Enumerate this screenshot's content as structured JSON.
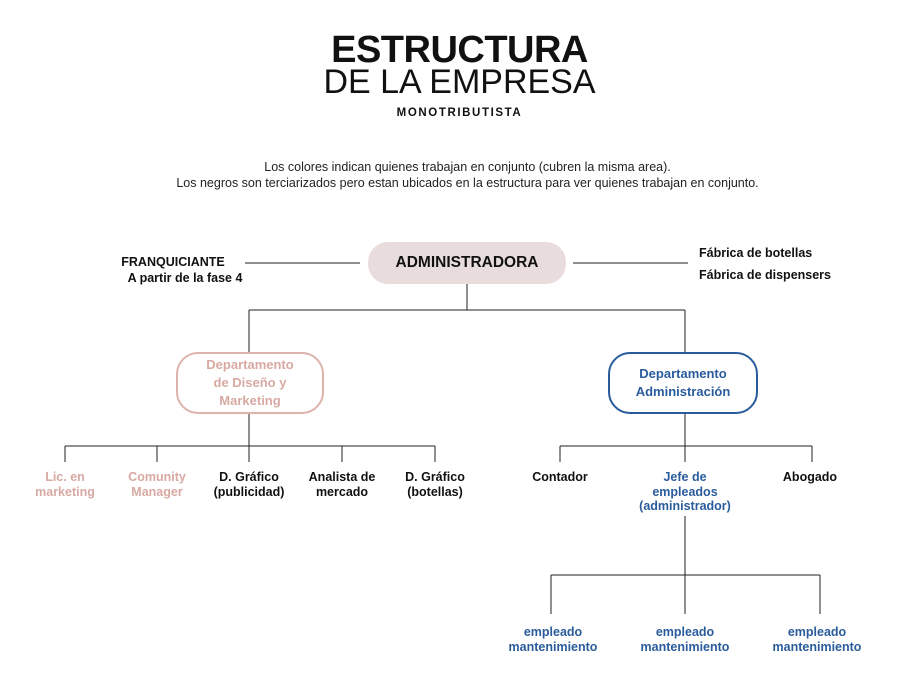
{
  "header": {
    "title_line1": "ESTRUCTURA",
    "title_line2": "DE LA EMPRESA",
    "subtitle": "MONOTRIBUTISTA"
  },
  "note": {
    "line1": "Los colores indican quienes trabajan en conjunto (cubren la misma area).",
    "line2": "Los negros son terciarizados pero estan ubicados en la estructura para ver quienes trabajan en conjunto."
  },
  "colors": {
    "admin_fill": "#e8dddc",
    "design_group": "#d8a9a2",
    "admin_group": "#2a5c9c",
    "outsourced": "#111111",
    "lines": "#222222"
  },
  "org": {
    "root": "ADMINISTRADORA",
    "left_side": {
      "line1": "FRANQUICIANTE",
      "line2": "A partir de la fase 4"
    },
    "right_side": {
      "line1": "Fábrica de botellas",
      "line2": "Fábrica de dispensers"
    },
    "design_dept": {
      "label": [
        "Departamento",
        "de Diseño y",
        "Marketing"
      ],
      "children": [
        {
          "label": [
            "Lic. en",
            "marketing"
          ],
          "group": "design"
        },
        {
          "label": [
            "Comunity",
            "Manager"
          ],
          "group": "design"
        },
        {
          "label": [
            "D. Gráfico",
            "(publicidad)"
          ],
          "group": "outsourced"
        },
        {
          "label": [
            "Analista de",
            "mercado"
          ],
          "group": "outsourced"
        },
        {
          "label": [
            "D. Gráfico",
            "(botellas)"
          ],
          "group": "outsourced"
        }
      ]
    },
    "admin_dept": {
      "label": [
        "Departamento",
        "Administración"
      ],
      "children": [
        {
          "label": [
            "Contador"
          ],
          "group": "outsourced"
        },
        {
          "label": [
            "Jefe de",
            "empleados",
            "(administrador)"
          ],
          "group": "admin"
        },
        {
          "label": [
            "Abogado"
          ],
          "group": "outsourced"
        }
      ]
    },
    "employees": [
      {
        "label": [
          "empleado",
          "mantenimiento"
        ]
      },
      {
        "label": [
          "empleado",
          "mantenimiento"
        ]
      },
      {
        "label": [
          "empleado",
          "mantenimiento"
        ]
      }
    ]
  }
}
